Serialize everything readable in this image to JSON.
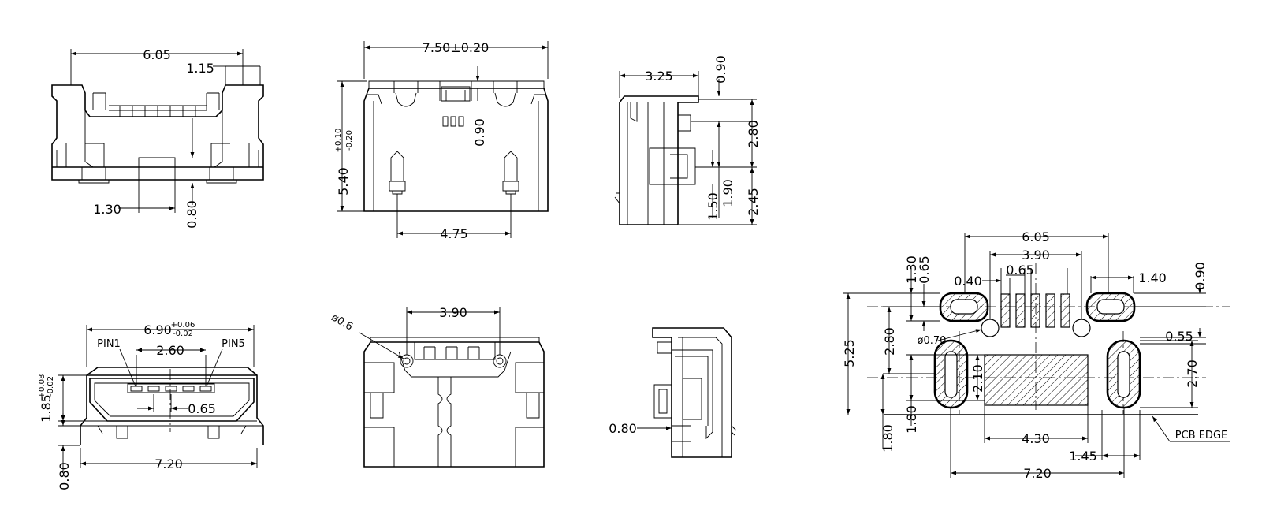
{
  "dims": {
    "v1_width": "6.05",
    "v1_side": "1.15",
    "v1_slot": "1.30",
    "v1_height": "0.80",
    "v2_width": "7.50±0.20",
    "v2_depth_base": "5.40",
    "v2_depth_tol_plus": "+0.10",
    "v2_depth_tol_minus": "-0.20",
    "v2_pin_gap": "0.90",
    "v2_tab_span": "4.75",
    "v3_top": "3.25",
    "v3_flange": "0.90",
    "v3_h280": "2.80",
    "v3_h150": "1.50",
    "v3_h190": "1.90",
    "v3_h245": "2.45",
    "v4_width_base": "6.90",
    "v4_width_tol_plus": "+0.06",
    "v4_width_tol_minus": "-0.02",
    "v4_pin1": "PIN1",
    "v4_pin5": "PIN5",
    "v4_pin_span": "2.60",
    "v4_pitch": "0.65",
    "v4_height_base": "1.85",
    "v4_height_tol_plus": "+0.08",
    "v4_height_tol_minus": "-0.02",
    "v4_base": "7.20",
    "v4_foot": "0.80",
    "v5_hole": "ø0.6",
    "v5_span": "3.90",
    "v6_step": "0.80",
    "fp_width": "6.05",
    "fp_pads": "3.90",
    "fp_pad_w": "0.40",
    "fp_pitch": "0.65",
    "fp_tab": "1.40",
    "fp_130": "1.30",
    "fp_065": "0.65",
    "fp_090": "0.90",
    "fp_hole": "ø0.70",
    "fp_055": "0.55",
    "fp_525": "5.25",
    "fp_280": "2.80",
    "fp_210": "2.10",
    "fp_270": "2.70",
    "fp_180a": "1.80",
    "fp_180b": "1.80",
    "fp_430": "4.30",
    "fp_145": "1.45",
    "fp_720": "7.20",
    "fp_pcb": "PCB EDGE"
  }
}
